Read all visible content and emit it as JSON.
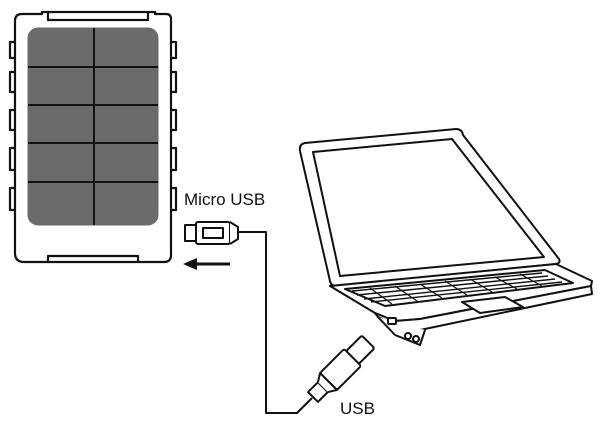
{
  "labels": {
    "micro_usb": "Micro USB",
    "usb": "USB"
  },
  "colors": {
    "outline": "#111111",
    "solar_panel_fill": "#6b6b6b",
    "solar_grid_lines": "#111111",
    "background": "#ffffff"
  },
  "icons": {
    "arrow": "left-arrow",
    "device": "solar-power-bank",
    "computer": "laptop"
  }
}
